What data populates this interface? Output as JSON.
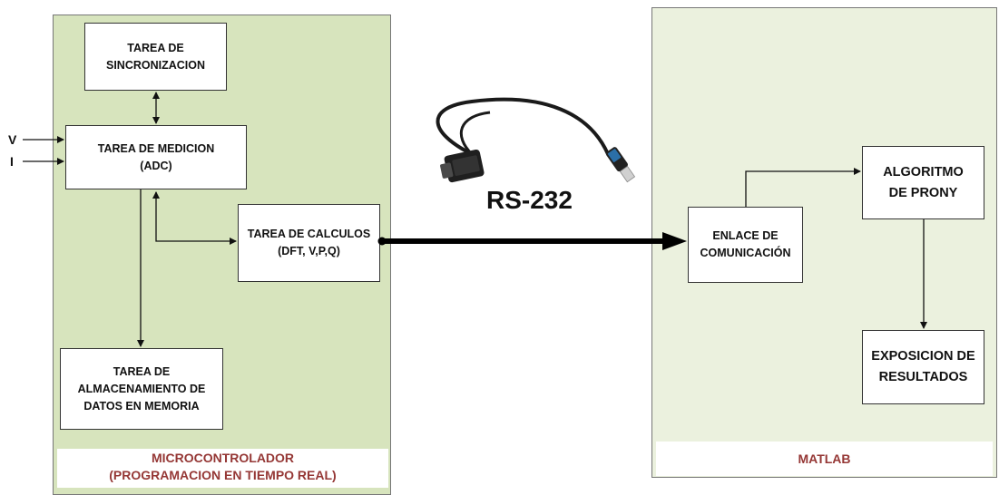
{
  "microcontroller": {
    "caption": "MICROCONTROLADOR\n(PROGRAMACION EN TIEMPO REAL)",
    "tasks": {
      "sync": "TAREA DE\nSINCRONIZACION",
      "measure": "TAREA DE MEDICION\n(ADC)",
      "calc": "TAREA DE CALCULOS\n(DFT, V,P,Q)",
      "storage": "TAREA DE\nALMACENAMIENTO DE\nDATOS EN MEMORIA"
    },
    "inputs": [
      "V",
      "I"
    ]
  },
  "link": {
    "label": "RS-232",
    "icon": "usb-serial-cable-icon"
  },
  "matlab": {
    "caption": "MATLAB",
    "blocks": {
      "comm": "ENLACE DE\nCOMUNICACIÓN",
      "prony": "ALGORITMO\nDE PRONY",
      "results": "EXPOSICION DE\nRESULTADOS"
    }
  },
  "colors": {
    "mcu_panel": "#d7e4bd",
    "matlab_panel": "#ebf1de",
    "caption_text": "#953735"
  }
}
